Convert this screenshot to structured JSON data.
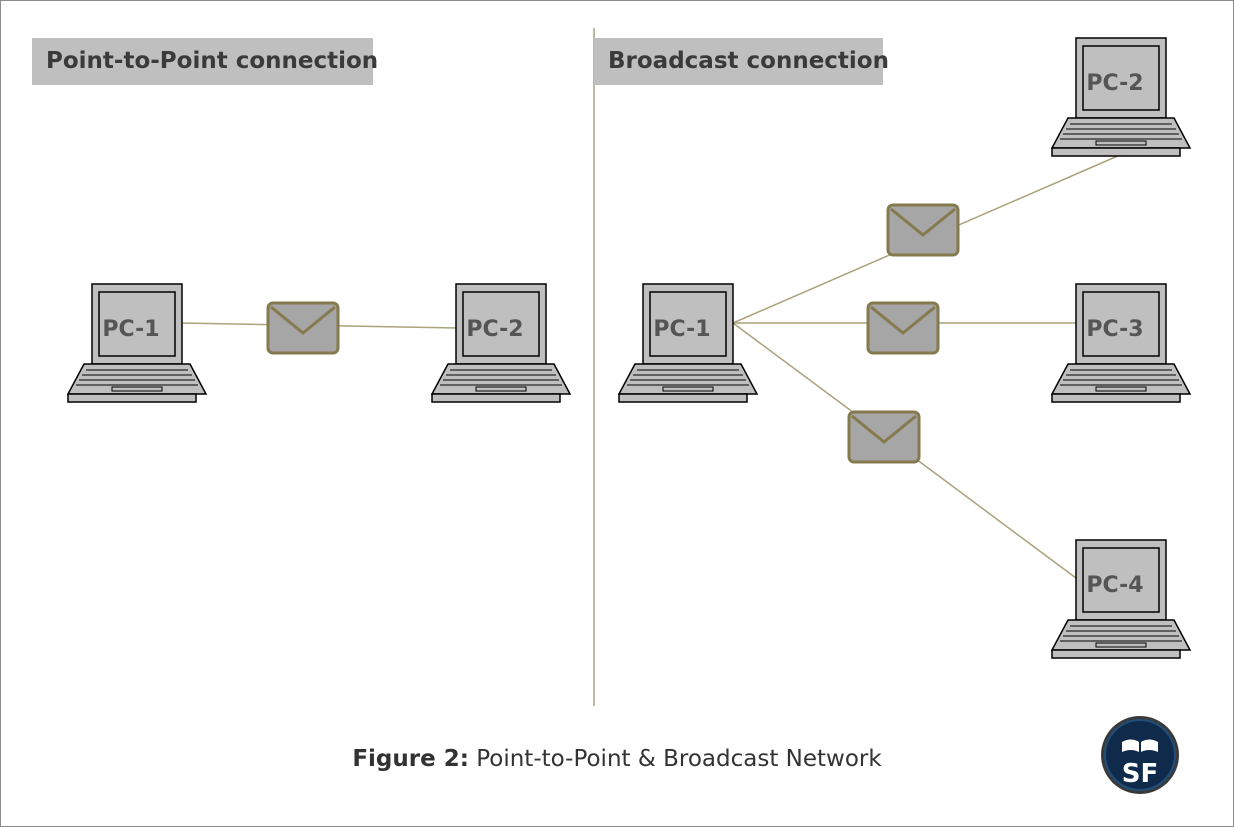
{
  "panels": {
    "left_title": "Point-to-Point connection",
    "right_title": "Broadcast connection"
  },
  "nodes": {
    "p2p_pc1": "PC-1",
    "p2p_pc2": "PC-2",
    "bc_pc1": "PC-1",
    "bc_pc2": "PC-2",
    "bc_pc3": "PC-3",
    "bc_pc4": "PC-4"
  },
  "caption": {
    "label": "Figure 2:",
    "text": " Point-to-Point & Broadcast Network"
  },
  "logo": {
    "text": "SF"
  },
  "colors": {
    "link": "#a9a27a",
    "envelope_fill": "#a6a6a6",
    "envelope_border": "#857a4d",
    "laptop_fill": "#bfbfbf",
    "label_bg": "#bfbfbf"
  }
}
